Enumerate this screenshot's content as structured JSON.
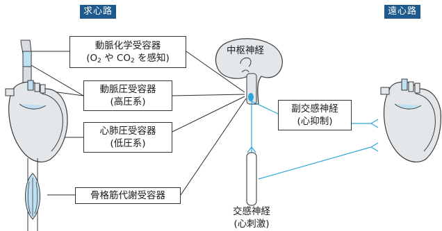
{
  "headers": {
    "afferent": "求心路",
    "efferent": "遠心路"
  },
  "receptors": {
    "arterial_chemo": {
      "line1": "動脈化学受容器",
      "line2_prefix": "(O",
      "line2_sub1": "2",
      "line2_mid": " や CO",
      "line2_sub2": "2",
      "line2_suffix": " を感知)"
    },
    "arterial_baro": {
      "line1": "動脈圧受容器",
      "line2": "(高圧系)"
    },
    "cardiopulmonary_baro": {
      "line1": "心肺圧受容器",
      "line2": "(低圧系)"
    },
    "muscle_metabo": {
      "line1": "骨格筋代謝受容器"
    }
  },
  "center": {
    "label": "中枢神経"
  },
  "parasympathetic": {
    "line1": "副交感神経",
    "line2": "(心抑制)"
  },
  "sympathetic": {
    "line1": "交感神経",
    "line2": "(心刺激)"
  },
  "colors": {
    "header_bg": "#1e5a8c",
    "nerve": "#2aa7d8",
    "organ_fill": "#e4e7ea",
    "vessel_fill": "#bfe0f2"
  }
}
